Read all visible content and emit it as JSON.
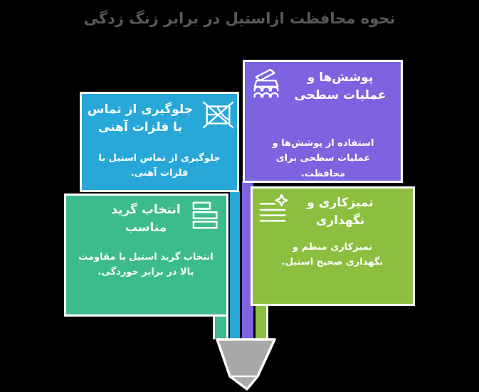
{
  "title": {
    "text": "نحوه محافظت ازاستیل در برابر زنگ زدگی",
    "color": "#595959"
  },
  "background_color": "#000000",
  "cards": {
    "coatings": {
      "title": "پوشش‌ها و عملیات سطحی",
      "description": "استفاده از پوشش‌ها و عملیات سطحی برای محافظت.",
      "color": "#7c64e0",
      "icon": "press-machine-icon"
    },
    "no_contact": {
      "title": "جلوگیری از تماس با فلزات آهنی",
      "description": "جلوگیری از تماس استیل با فلزات آهنی.",
      "color": "#27a8d8",
      "icon": "crossed-frame-icon"
    },
    "grade": {
      "title": "انتخاب گرید مناسب",
      "description": "انتخاب گرید استیل با مقاومت بالا در برابر خوردگی.",
      "color": "#3cbc8c",
      "icon": "stacked-bars-icon"
    },
    "cleaning": {
      "title": "تمیزکاری و نگهداری",
      "description": "تمیزکاری منظم و نگهداری صحیح استیل.",
      "color": "#8cbe3f",
      "icon": "sparkle-lines-icon"
    }
  },
  "pencil": {
    "body_colors": [
      "#3cbc8c",
      "#27a8d8",
      "#7c64e0",
      "#8cbe3f"
    ],
    "tip_color": "#a9a9a9",
    "outline_color": "#ffffff"
  }
}
